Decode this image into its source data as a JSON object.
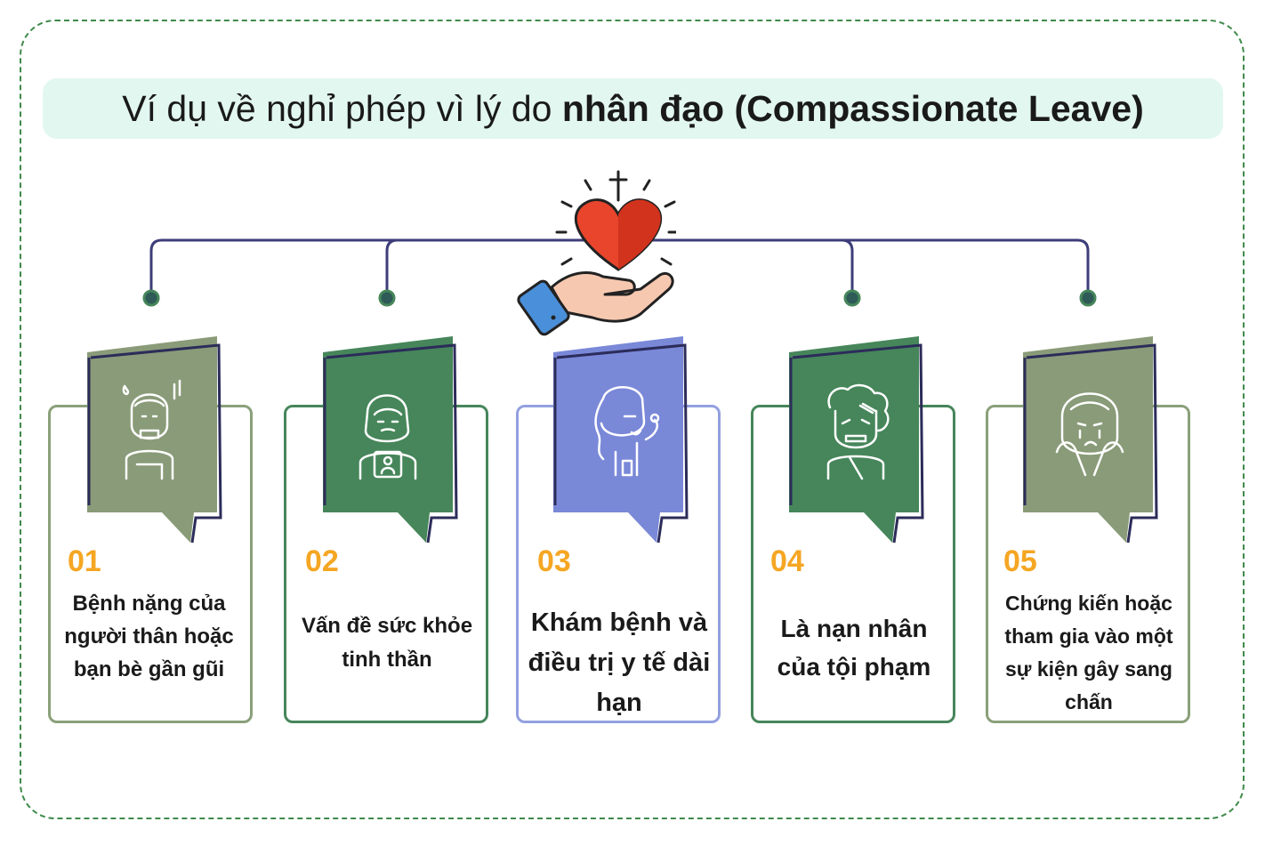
{
  "title": {
    "prefix": "Ví dụ về nghỉ phép vì lý do ",
    "bold": "nhân đạo (Compassionate Leave)"
  },
  "center_icon": "heart-in-hand-icon",
  "items": [
    {
      "number": "01",
      "label": "Bệnh nặng của người thân hoặc bạn bè gần gũi",
      "icon": "sick-person-icon",
      "color": "#899b78",
      "border": "#8aa07a"
    },
    {
      "number": "02",
      "label": "Vấn đề sức khỏe tinh thần",
      "icon": "mental-health-person-icon",
      "color": "#46865a",
      "border": "#46865a"
    },
    {
      "number": "03",
      "label": "Khám bệnh và điều trị y tế dài hạn",
      "icon": "doctor-stethoscope-icon",
      "color": "#7a88d8",
      "border": "#93a0e0"
    },
    {
      "number": "04",
      "label": "Là nạn nhân của tội phạm",
      "icon": "injured-victim-icon",
      "color": "#46865a",
      "border": "#46865a"
    },
    {
      "number": "05",
      "label": "Chứng kiến hoặc tham gia vào một sự kiện gây sang chấn",
      "icon": "crying-person-icon",
      "color": "#899b78",
      "border": "#8aa07a"
    }
  ]
}
